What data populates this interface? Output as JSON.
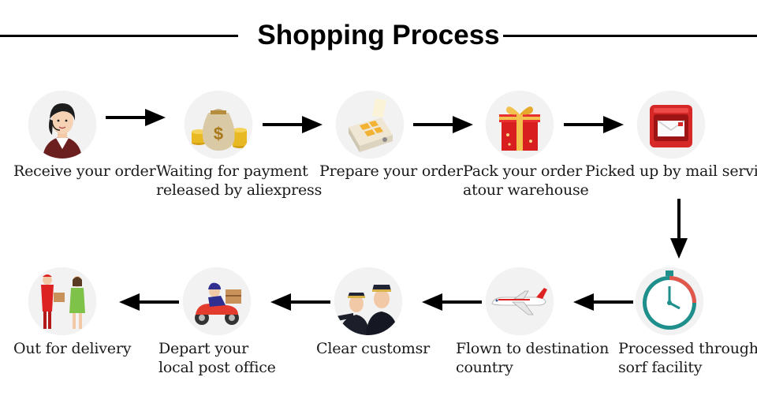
{
  "title": "Shopping Process",
  "steps": [
    {
      "id": 1,
      "label_lines": [
        "Receive your order"
      ],
      "icon": "customer-service-agent-icon"
    },
    {
      "id": 2,
      "label_lines": [
        "Waiting for payment",
        "released by aliexpress"
      ],
      "icon": "money-bag-icon"
    },
    {
      "id": 3,
      "label_lines": [
        "Prepare your order"
      ],
      "icon": "cash-register-icon"
    },
    {
      "id": 4,
      "label_lines": [
        "Pack your order",
        "atour warehouse"
      ],
      "icon": "gift-box-icon"
    },
    {
      "id": 5,
      "label_lines": [
        "Picked up by mail service"
      ],
      "icon": "mailbox-icon"
    },
    {
      "id": 6,
      "label_lines": [
        "Processed through",
        "sorf facility"
      ],
      "icon": "stopwatch-icon"
    },
    {
      "id": 7,
      "label_lines": [
        "Flown to destination",
        "country"
      ],
      "icon": "airplane-icon"
    },
    {
      "id": 8,
      "label_lines": [
        "Clear customsr"
      ],
      "icon": "customs-officers-icon"
    },
    {
      "id": 9,
      "label_lines": [
        "Depart your",
        "local post office"
      ],
      "icon": "delivery-scooter-icon"
    },
    {
      "id": 10,
      "label_lines": [
        "Out for delivery"
      ],
      "icon": "parcel-handover-icon"
    }
  ],
  "flow": "1→2→3→4→5→6→7→8→9→10"
}
